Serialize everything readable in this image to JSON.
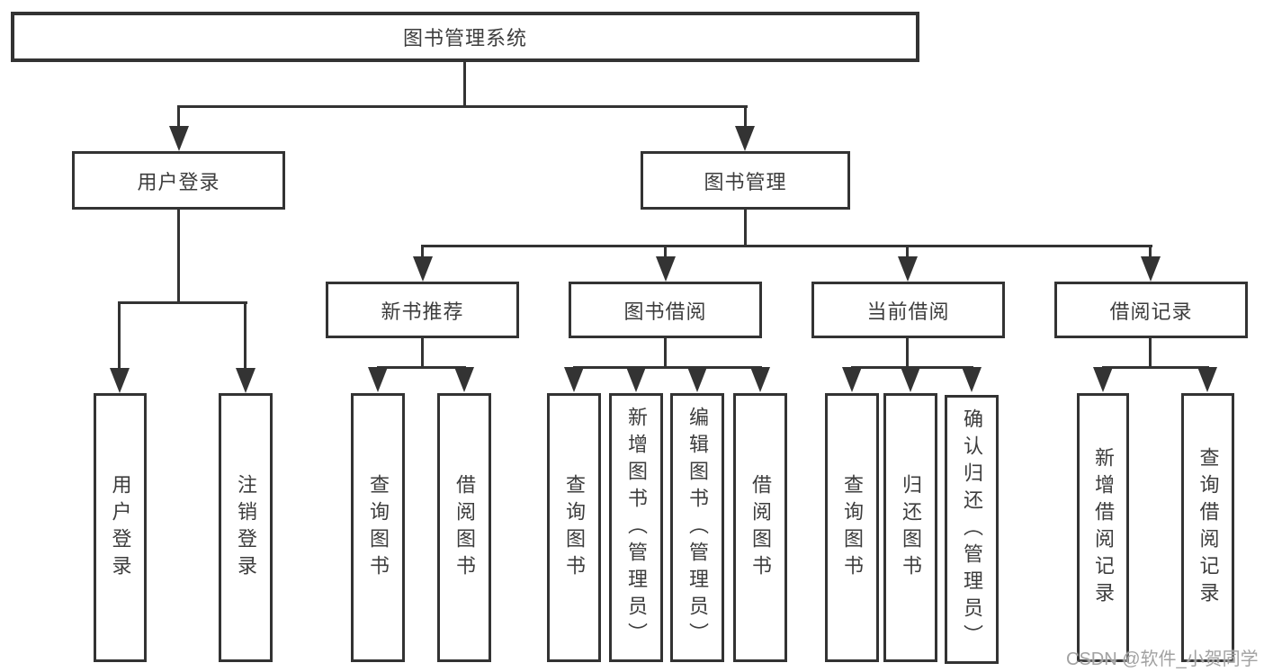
{
  "nodes": {
    "root": "图书管理系统",
    "level1": {
      "user_login": "用户登录",
      "book_mgmt": "图书管理"
    },
    "level2": {
      "new_books": "新书推荐",
      "book_borrow": "图书借阅",
      "current_borrow": "当前借阅",
      "borrow_records": "借阅记录"
    },
    "leaves": {
      "user_login": [
        "用户登录",
        "注销登录"
      ],
      "new_books": [
        "查询图书",
        "借阅图书"
      ],
      "book_borrow": [
        "查询图书",
        "新增图书（管理员）",
        "编辑图书（管理员）",
        "借阅图书"
      ],
      "current_borrow": [
        "查询图书",
        "归还图书",
        "确认归还（管理员）"
      ],
      "borrow_records": [
        "新增借阅记录",
        "查询借阅记录"
      ]
    }
  },
  "watermark": "CSDN @软件_小贺同学",
  "colors": {
    "line": "#333333",
    "text": "#3d3d3d",
    "watermark": "#a2a2a2"
  }
}
